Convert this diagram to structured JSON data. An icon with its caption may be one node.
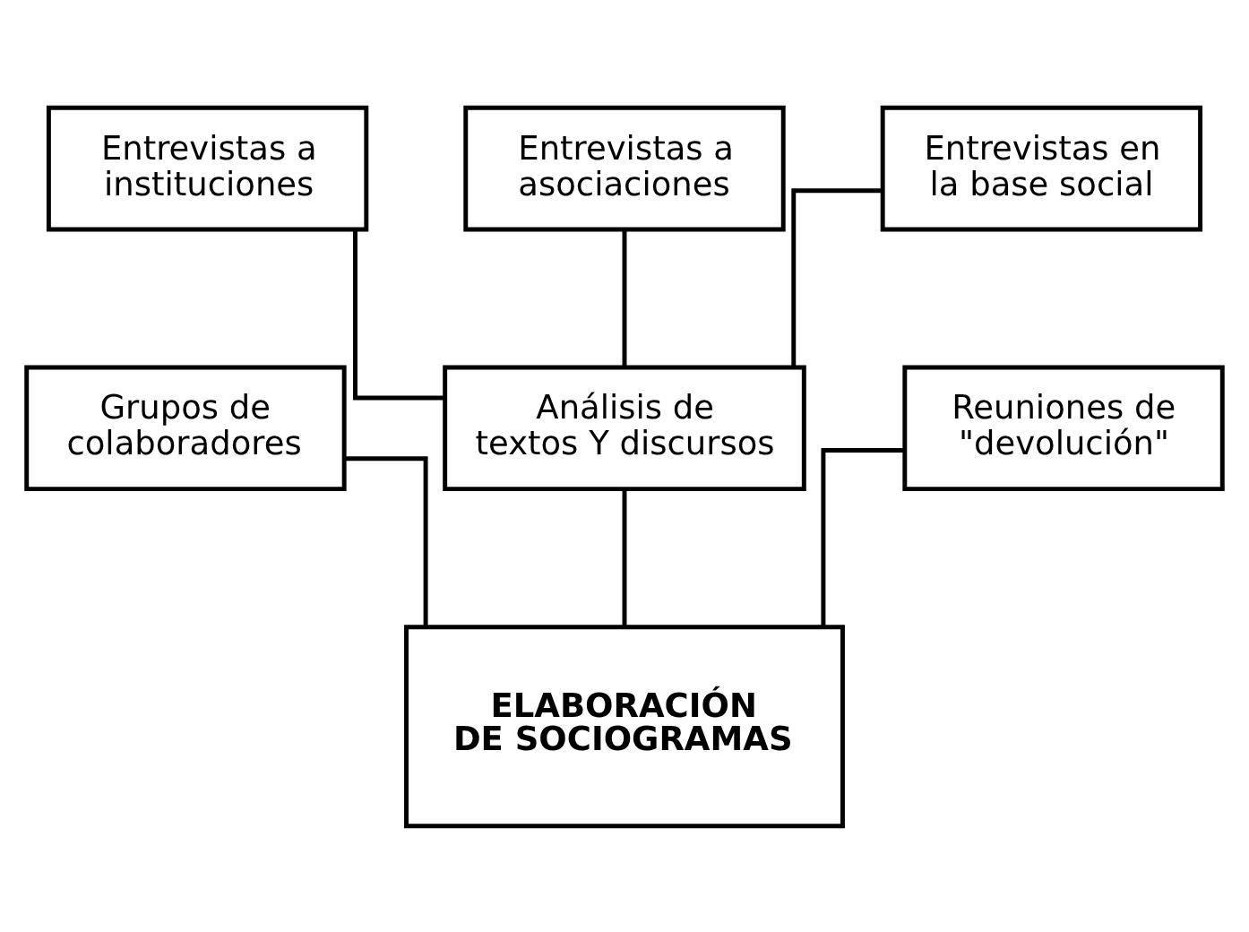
{
  "diagram": {
    "nodes": [
      {
        "text": [
          "Entrevistas a instituciones"
        ]
      },
      {
        "text": [
          "Entrevistas a asociaciones"
        ]
      },
      {
        "text": [
          "Entrevistas en la base social"
        ]
      },
      {
        "text": [
          "Grupos de colaboradores"
        ]
      },
      {
        "text": [
          "Análisis de textos Y discursos"
        ]
      },
      {
        "text": [
          "Reuniones de \"devolución\""
        ]
      },
      {
        "text": [
          "ELABORACIÓN DE SOCIOGRAMAS"
        ]
      }
    ],
    "edges": [
      {
        "from": 0,
        "to": 4,
        "arrow": "none"
      },
      {
        "from": 1,
        "to": 4,
        "arrow": "none"
      },
      {
        "from": 2,
        "to": 4,
        "arrow": "none"
      },
      {
        "from": 3,
        "to": 6,
        "arrow": "none"
      },
      {
        "from": 4,
        "to": 6,
        "arrow": "none"
      },
      {
        "from": 5,
        "to": 6,
        "arrow": "none"
      }
    ]
  }
}
